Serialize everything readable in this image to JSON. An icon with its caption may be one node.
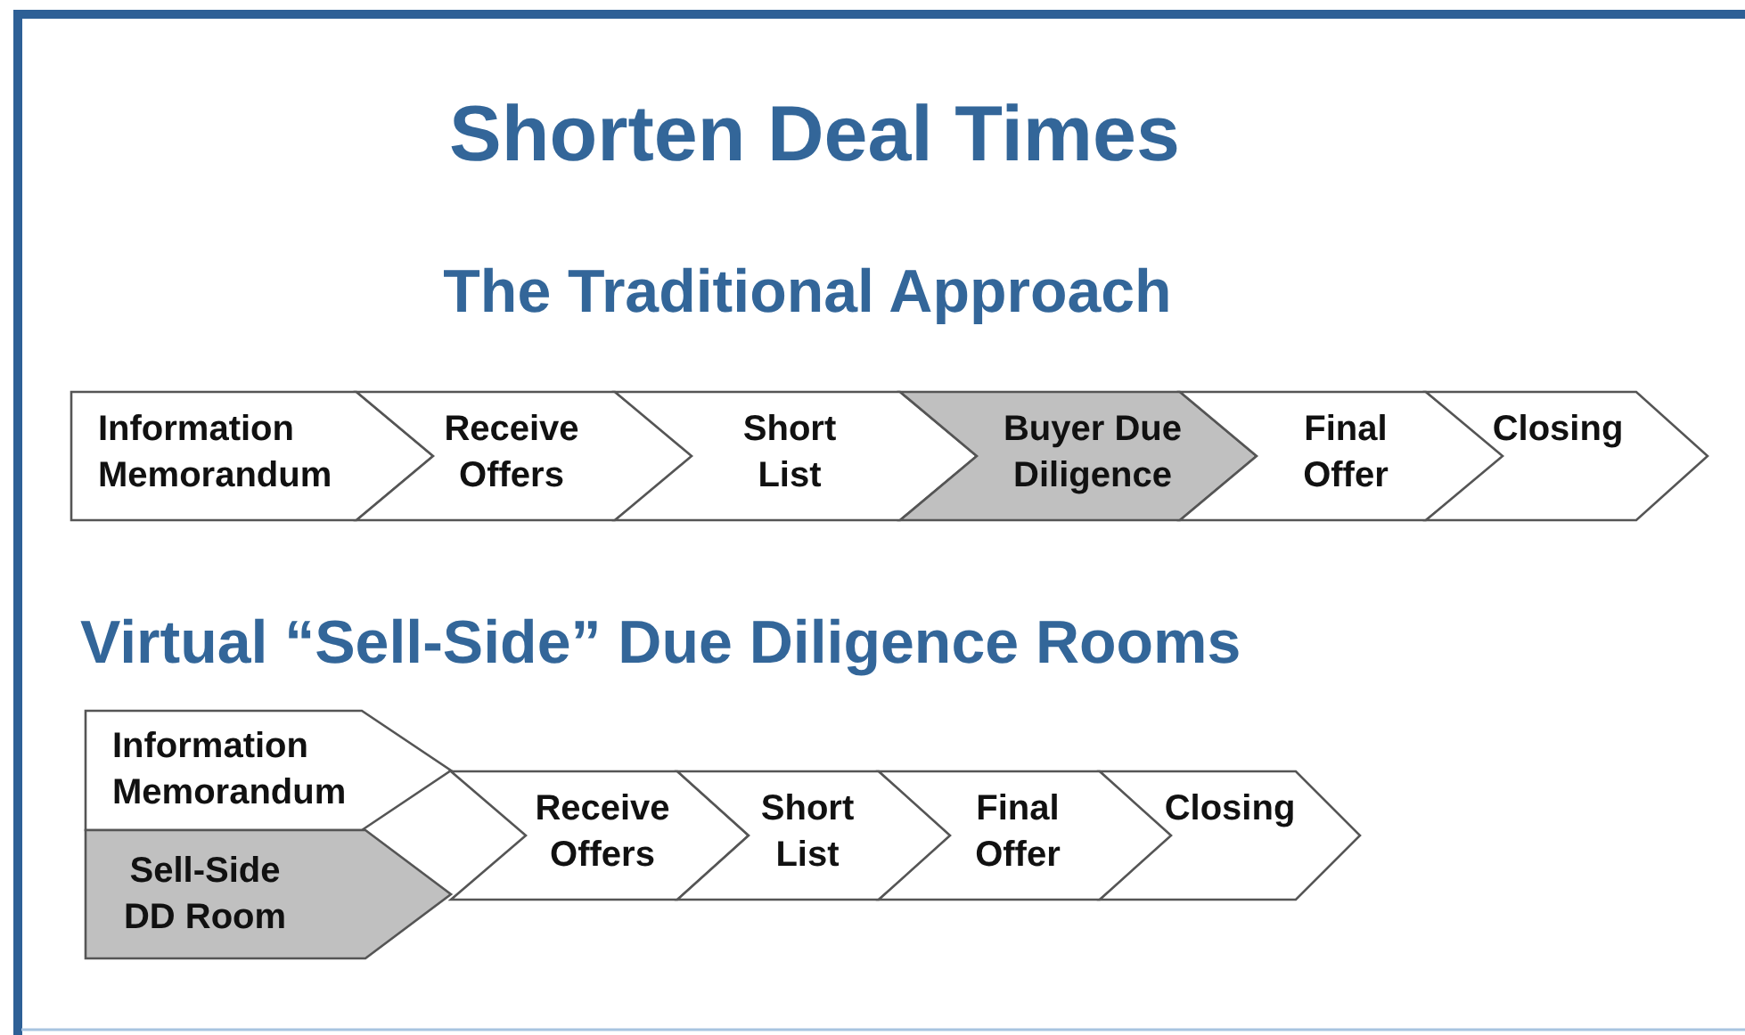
{
  "diagram": {
    "title": "Shorten Deal Times",
    "nodes": [
      {
        "text": [
          "Information Memorandum"
        ]
      },
      {
        "text": [
          "Receive Offers"
        ]
      },
      {
        "text": [
          "Short List"
        ]
      },
      {
        "text": [
          "Buyer Due Diligence"
        ]
      },
      {
        "text": [
          "Final Offer"
        ]
      },
      {
        "text": [
          "Closing"
        ]
      },
      {
        "text": [
          "Information Memorandum"
        ]
      },
      {
        "text": [
          "Sell-Side DD Room"
        ]
      },
      {
        "text": [
          "Receive Offers"
        ]
      },
      {
        "text": [
          "Short List"
        ]
      },
      {
        "text": [
          "Final Offer"
        ]
      },
      {
        "text": [
          "Closing"
        ]
      }
    ],
    "labels": [
      "The Traditional Approach",
      "Virtual “Sell-Side” Due Diligence Rooms"
    ]
  }
}
